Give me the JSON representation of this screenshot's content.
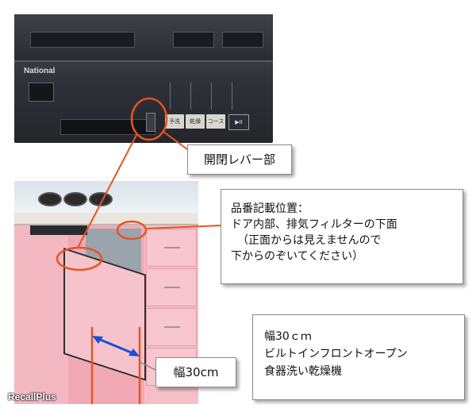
{
  "panel": {
    "brand": "National",
    "buttons": [
      {
        "label": "予洗",
        "dark": false
      },
      {
        "label": "乾燥",
        "dark": false
      },
      {
        "label": "コース",
        "dark": false
      },
      {
        "label": "▶II",
        "dark": true
      }
    ]
  },
  "callouts": {
    "lever": "開閉レバー部",
    "part_number": {
      "lines": [
        "品番記載位置：",
        "ドア内部、排気フィルターの下面",
        "（正面からは見えませんので",
        "下からのぞいてください）"
      ]
    },
    "spec": {
      "lines": [
        "幅30ｃｍ",
        "ビルトインフロントオープン",
        "食器洗い乾燥機"
      ]
    },
    "width": "幅30cm"
  },
  "watermark": "RecallPlus",
  "colors": {
    "highlight": "#e8541e",
    "measure": "#1a4fd6"
  }
}
